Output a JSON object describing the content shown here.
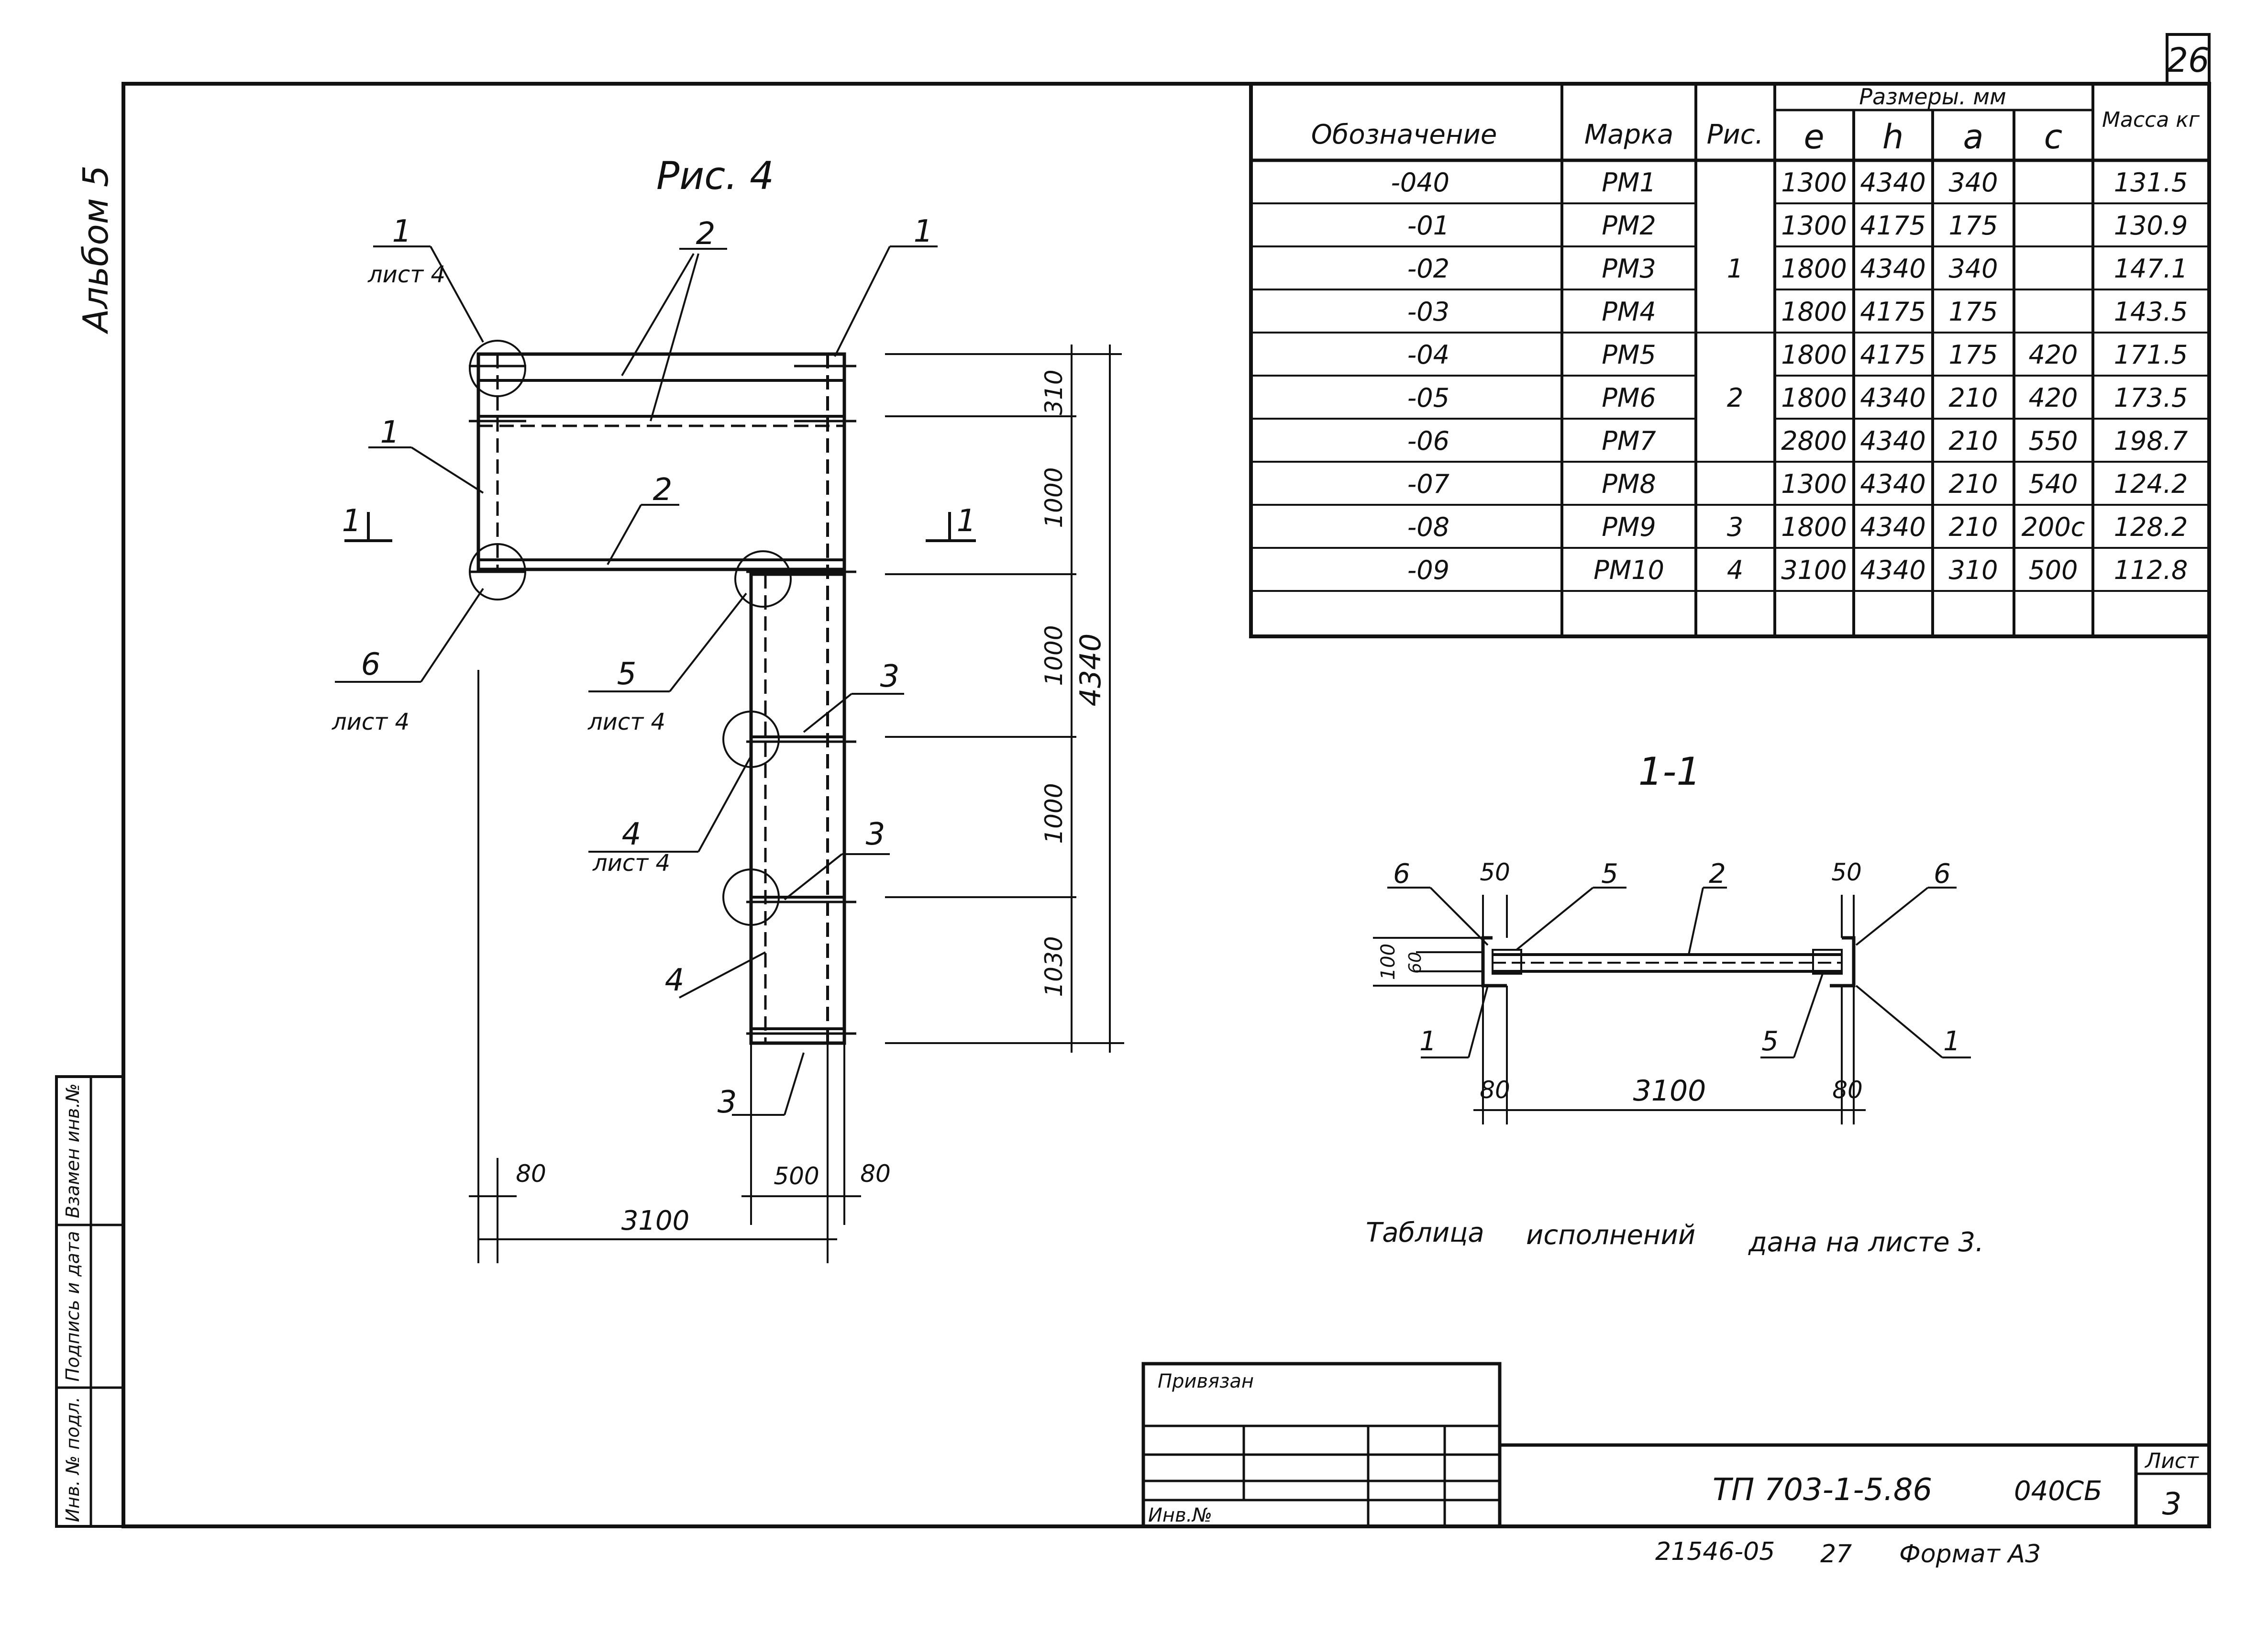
{
  "sheet_number_top": "26",
  "album_label": "Альбом 5",
  "figure": {
    "title": "Рис. 4",
    "callouts": {
      "c1_top_left": "1",
      "c1_top_left_sub": "лист 4",
      "c2_top": "2",
      "c1_top_right": "1",
      "c1_left": "1",
      "c2_mid": "2",
      "section_mark": "1",
      "c6": "6",
      "c6_sub": "лист 4",
      "c5": "5",
      "c5_sub": "лист 4",
      "c3_a": "3",
      "c4_a": "4",
      "c4_a_sub": "лист 4",
      "c3_b": "3",
      "c4_b": "4",
      "c3_bottom": "3"
    },
    "dims": {
      "d310": "310",
      "d1000_a": "1000",
      "d1000_b": "1000",
      "d4340": "4340",
      "d1000_c": "1000",
      "d1030": "1030",
      "d80_left": "80",
      "d500": "500",
      "d80_right": "80",
      "d3100": "3100"
    }
  },
  "table": {
    "headers": {
      "designation": "Обозначение",
      "mark": "Марка",
      "fig": "Рис.",
      "sizes": "Размеры. мм",
      "l": "e",
      "h": "h",
      "a": "a",
      "c": "c",
      "mass": "Масса кг"
    },
    "rows": [
      {
        "designation": "-040",
        "mark": "РМ1",
        "fig": "",
        "l": "1300",
        "h": "4340",
        "a": "340",
        "c": "",
        "mass": "131.5"
      },
      {
        "designation": "-01",
        "mark": "РМ2",
        "fig": "",
        "l": "1300",
        "h": "4175",
        "a": "175",
        "c": "",
        "mass": "130.9"
      },
      {
        "designation": "-02",
        "mark": "РМ3",
        "fig": "1",
        "l": "1800",
        "h": "4340",
        "a": "340",
        "c": "",
        "mass": "147.1"
      },
      {
        "designation": "-03",
        "mark": "РМ4",
        "fig": "",
        "l": "1800",
        "h": "4175",
        "a": "175",
        "c": "",
        "mass": "143.5"
      },
      {
        "designation": "-04",
        "mark": "РМ5",
        "fig": "",
        "l": "1800",
        "h": "4175",
        "a": "175",
        "c": "420",
        "mass": "171.5"
      },
      {
        "designation": "-05",
        "mark": "РМ6",
        "fig": "2",
        "l": "1800",
        "h": "4340",
        "a": "210",
        "c": "420",
        "mass": "173.5"
      },
      {
        "designation": "-06",
        "mark": "РМ7",
        "fig": "",
        "l": "2800",
        "h": "4340",
        "a": "210",
        "c": "550",
        "mass": "198.7"
      },
      {
        "designation": "-07",
        "mark": "РМ8",
        "fig": "",
        "l": "1300",
        "h": "4340",
        "a": "210",
        "c": "540",
        "mass": "124.2"
      },
      {
        "designation": "-08",
        "mark": "РМ9",
        "fig": "3",
        "l": "1800",
        "h": "4340",
        "a": "210",
        "c": "200c",
        "mass": "128.2"
      },
      {
        "designation": "-09",
        "mark": "РМ10",
        "fig": "4",
        "l": "3100",
        "h": "4340",
        "a": "310",
        "c": "500",
        "mass": "112.8"
      }
    ]
  },
  "section": {
    "title": "1-1",
    "labels": {
      "s6_left": "6",
      "s50_left": "50",
      "s5_top": "5",
      "s2": "2",
      "s50_right": "50",
      "s6_right": "6",
      "s100": "100",
      "s60": "60",
      "s1_left": "1",
      "s5_bottom": "5",
      "s1_right": "1",
      "s80_left": "80",
      "s3100": "3100",
      "s80_right": "80"
    }
  },
  "note": {
    "part1": "Таблица",
    "part2": "исполнений",
    "part3": "дана на листе 3."
  },
  "stamp": {
    "privyazan": "Привязан",
    "inv": "Инв.№",
    "doc_code": "ТП 703-1-5.86",
    "doc_suffix": "040СБ",
    "list_label": "Лист",
    "list_value": "3"
  },
  "side_column": {
    "inv_podl": "Инв. № подл.",
    "podpis_data": "Подпись и дата",
    "vzamen_inv": "Взамен инв.№"
  },
  "footer": {
    "archive_no": "21546-05",
    "copy_no": "27",
    "format": "Формат А3"
  }
}
